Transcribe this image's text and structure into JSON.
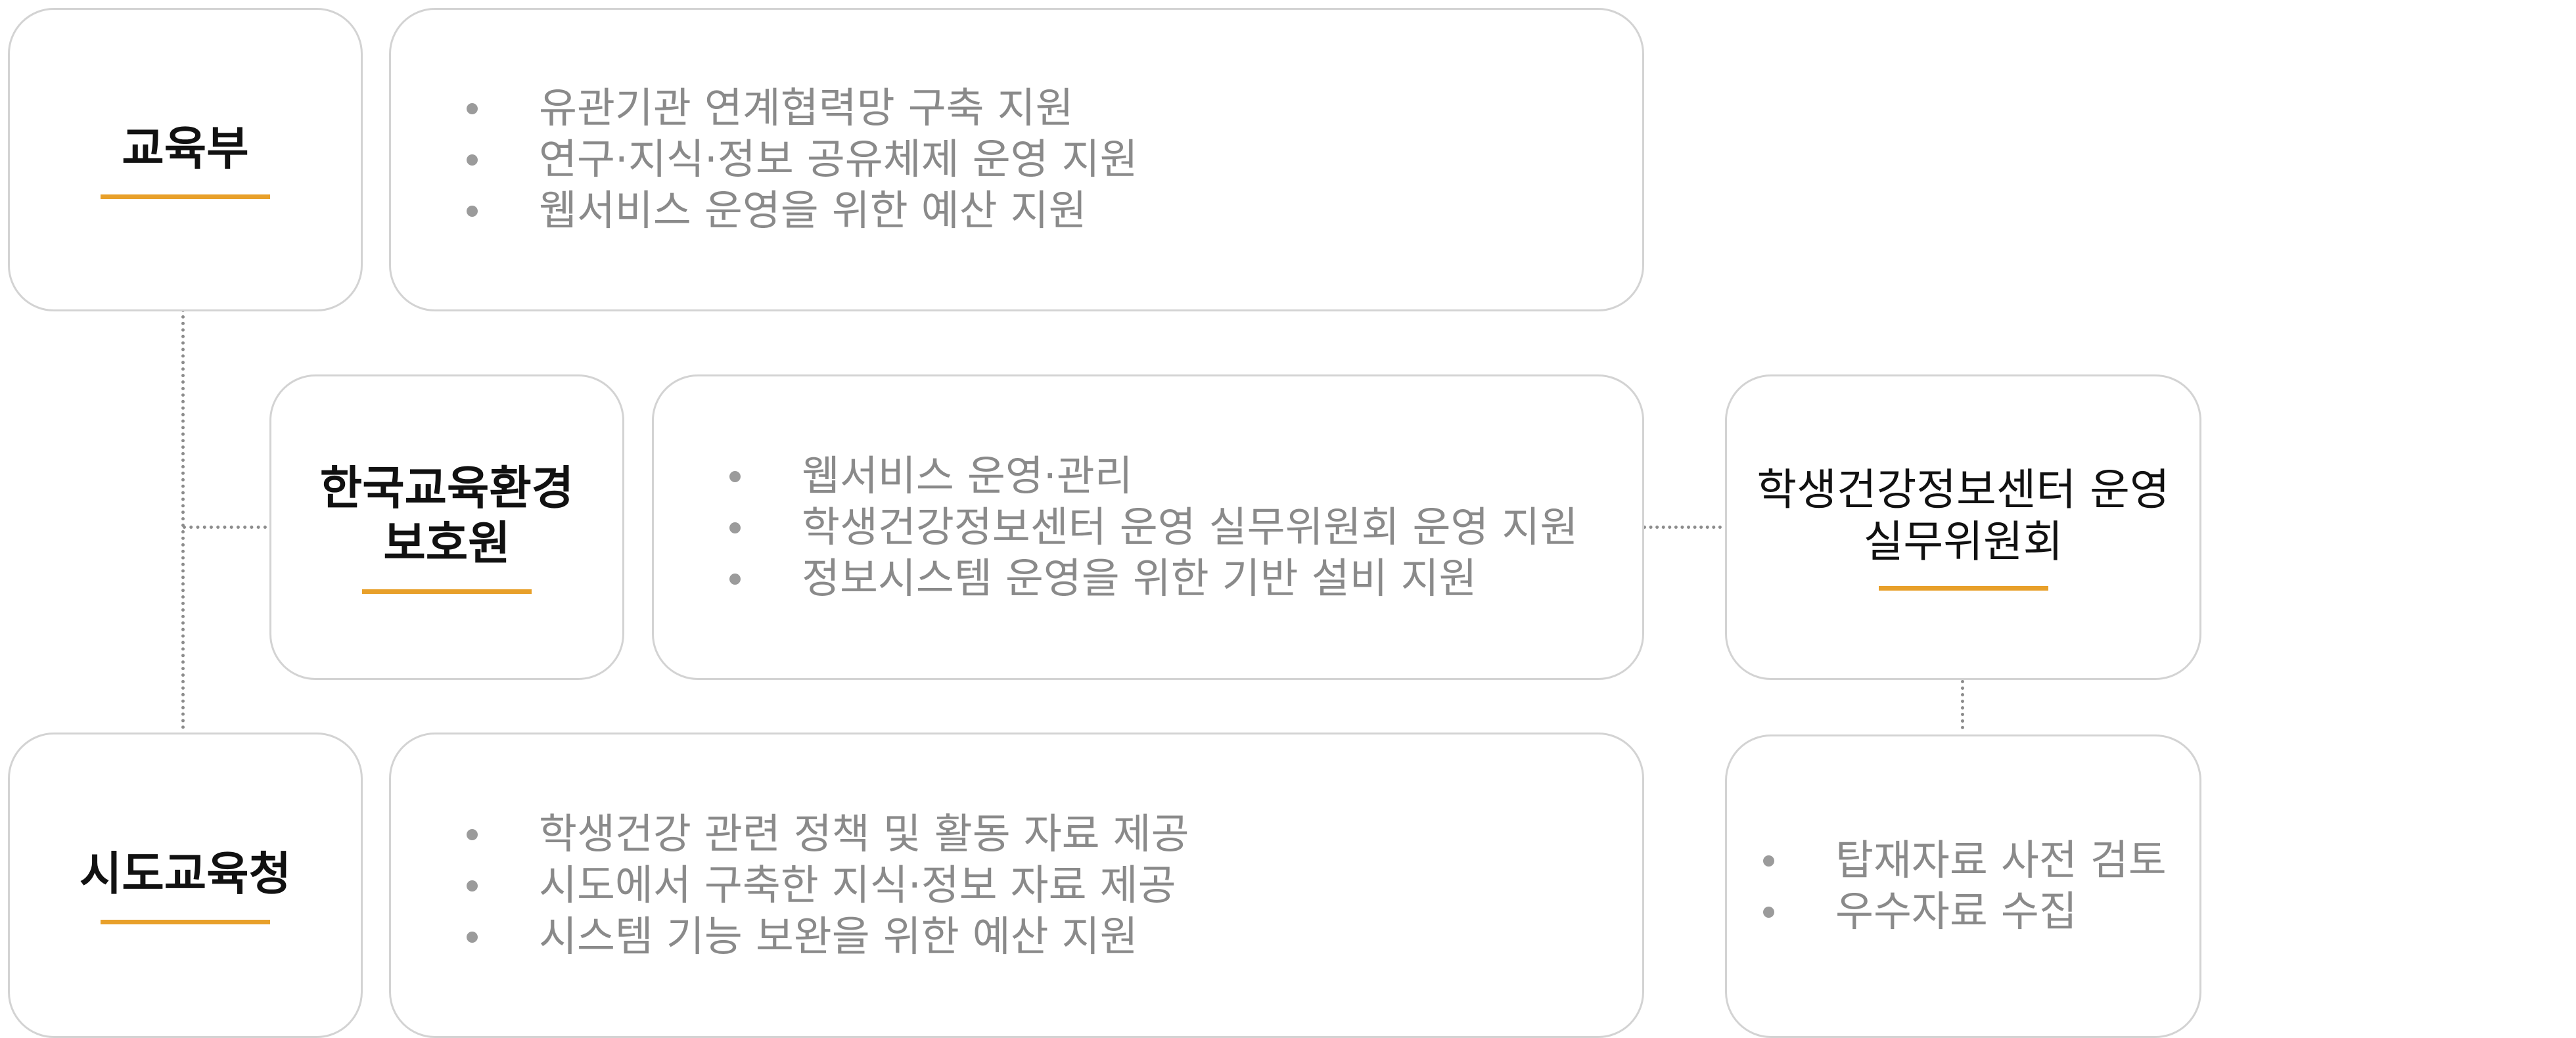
{
  "nodes": {
    "moe": {
      "title_lines": [
        "교육부"
      ],
      "items": [
        "유관기관 연계협력망 구축 지원",
        "연구·지식·정보 공유체제 운영 지원",
        "웹서비스 운영을 위한 예산 지원"
      ]
    },
    "keep": {
      "title_lines": [
        "한국교육환경",
        "보호원"
      ],
      "items": [
        "웹서비스 운영·관리",
        "학생건강정보센터 운영 실무위원회 운영 지원",
        "정보시스템 운영을 위한 기반 설비 지원"
      ]
    },
    "committee": {
      "title_lines": [
        "학생건강정보센터 운영",
        "실무위원회"
      ],
      "items": [
        "탑재자료 사전 검토",
        "우수자료 수집"
      ]
    },
    "sido": {
      "title_lines": [
        "시도교육청"
      ],
      "items": [
        "학생건강 관련 정책 및 활동 자료 제공",
        "시도에서 구축한 지식·정보 자료 제공",
        "시스템 기능 보완을 위한 예산 지원"
      ]
    }
  },
  "colors": {
    "accent": "#e8a02a",
    "border": "#d3d3d3",
    "body_text": "#8a8a8a",
    "title_text": "#111111",
    "connector": "#8c8c8c"
  }
}
